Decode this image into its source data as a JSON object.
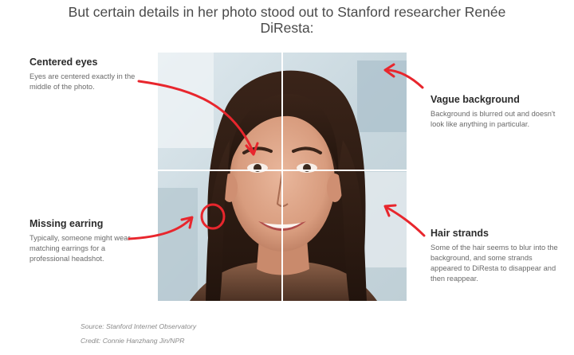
{
  "headline": "But certain details in her photo stood out to Stanford researcher Renée DiResta:",
  "callouts": {
    "centered_eyes": {
      "title": "Centered eyes",
      "description": "Eyes are centered exactly in the middle of the photo."
    },
    "missing_earring": {
      "title": "Missing earring",
      "description": "Typically, someone might wear matching earrings for a professional headshot."
    },
    "vague_background": {
      "title": "Vague background",
      "description": "Background is blurred out and doesn't look like anything in particular."
    },
    "hair_strands": {
      "title": "Hair strands",
      "description": "Some of the hair seems to blur into the background, and some strands appeared to DiResta to disappear and then reappear."
    }
  },
  "credits": {
    "source": "Source: Stanford Internet Observatory",
    "credit": "Credit: Connie Hanzhang Jin/NPR"
  },
  "colors": {
    "annotation_red": "#e8262d",
    "background": "#ffffff",
    "title_text": "#2b2b2b",
    "body_text": "#6a6a6a",
    "credit_text": "#8a8a8a"
  }
}
